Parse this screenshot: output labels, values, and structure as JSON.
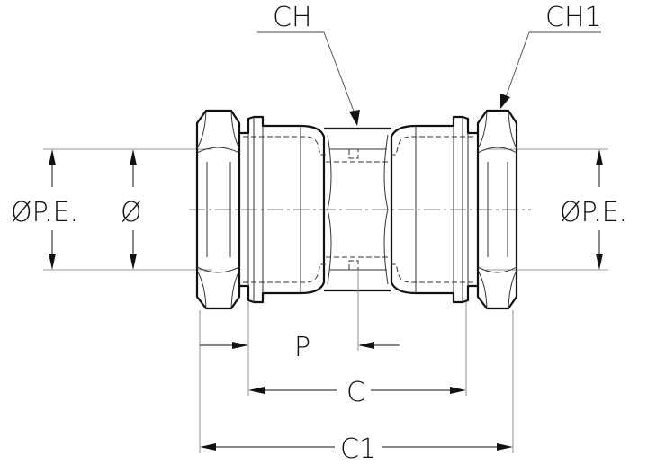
{
  "labels": {
    "ch": "CH",
    "ch1": "CH1",
    "pe_left": "ØP.E.",
    "inner_diameter": "Ø",
    "pe_right": "ØP.E.",
    "p": "P",
    "c": "C",
    "c1": "C1"
  },
  "colors": {
    "line": "#111111",
    "background": "#ffffff"
  }
}
